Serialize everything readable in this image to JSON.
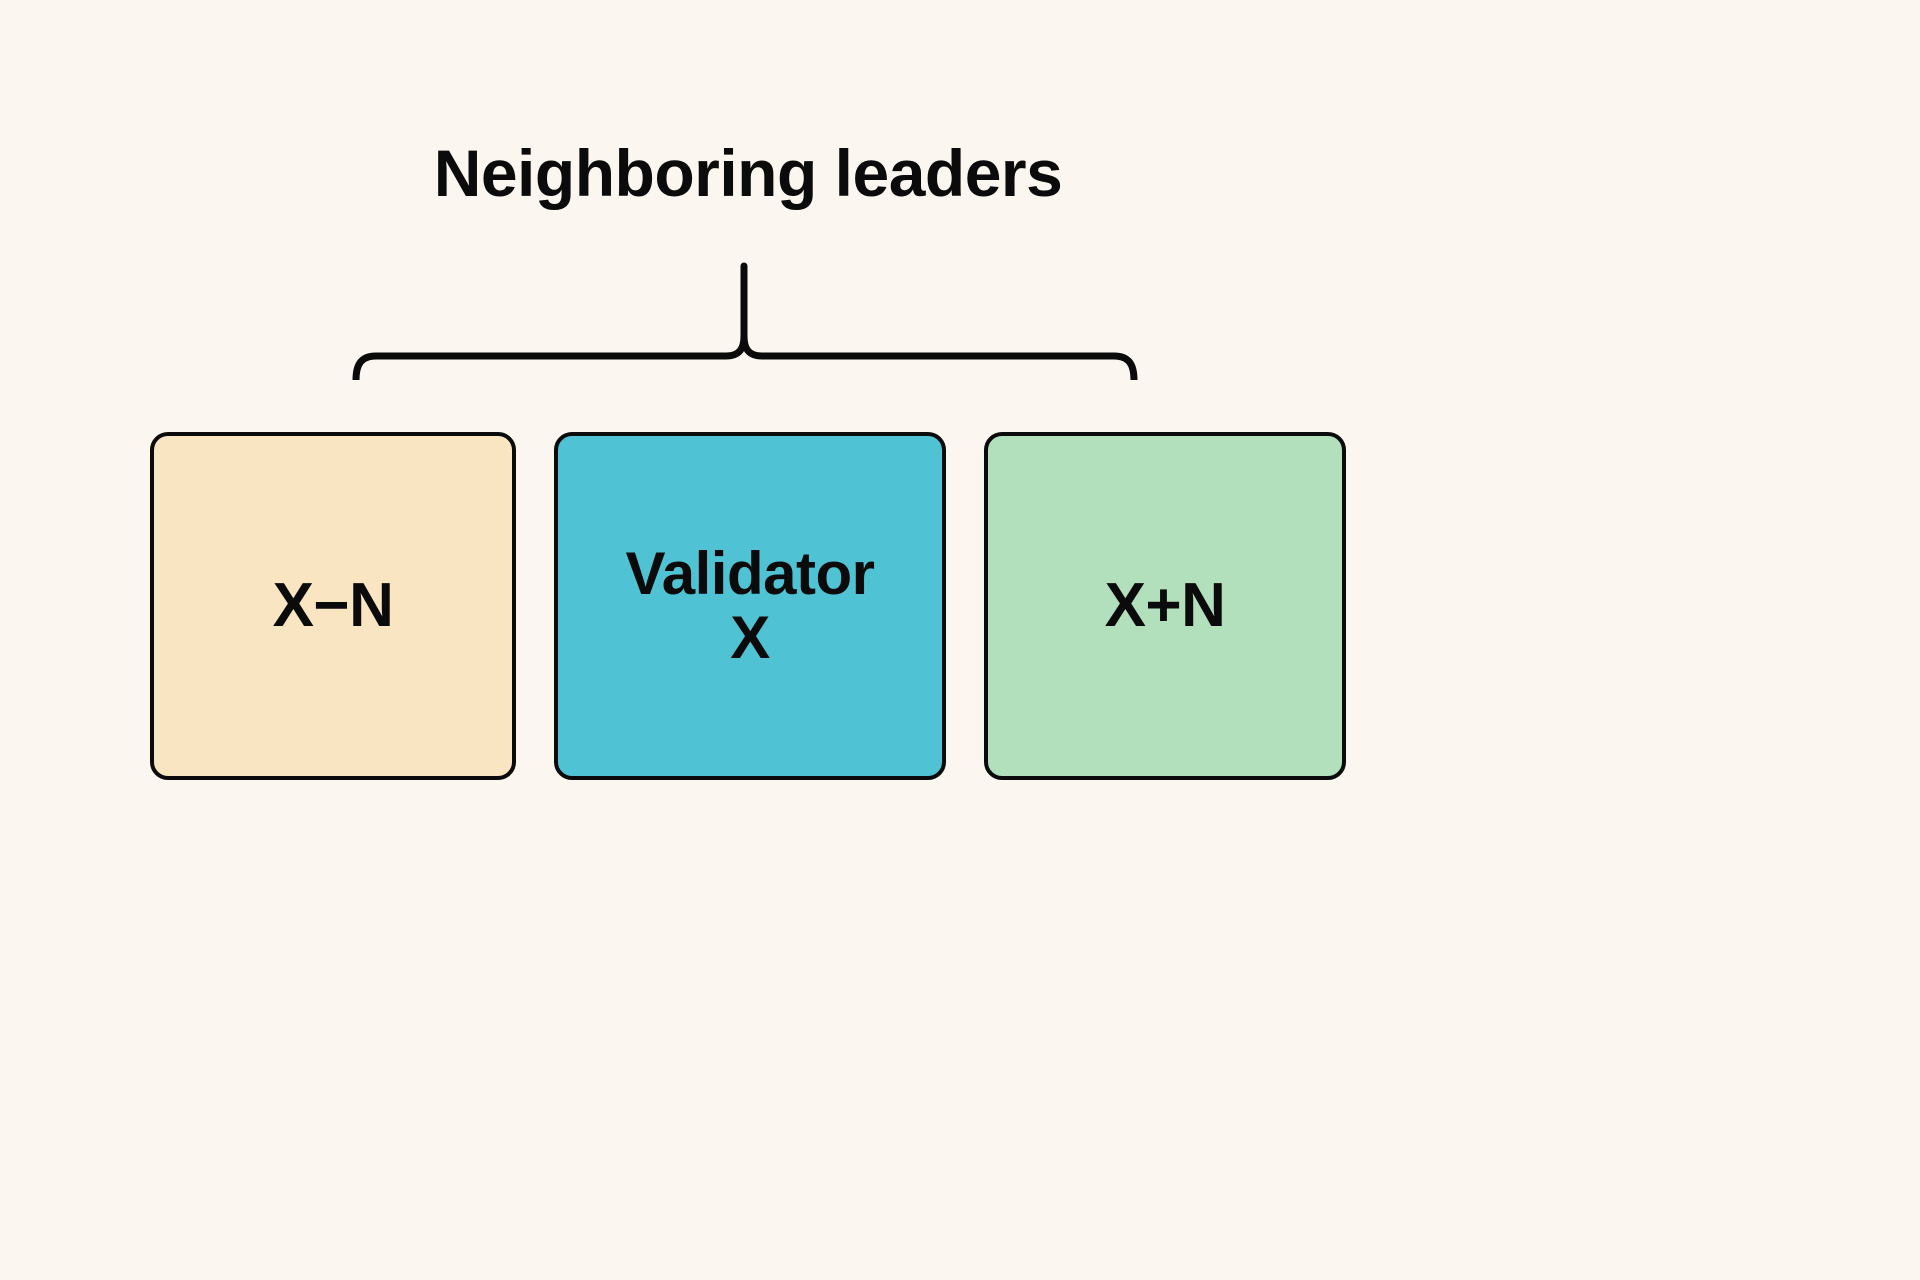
{
  "canvas": {
    "background_color": "#FBF7F0",
    "stroke_color": "#0B0B0B"
  },
  "title": {
    "text": "Neighboring leaders"
  },
  "brace": {
    "name": "neighboring-leaders-brace",
    "orientation": "down",
    "spans_boxes": [
      "X−N",
      "Validator X",
      "X+N"
    ]
  },
  "diagram": {
    "boxes": [
      {
        "id": "prev-leader",
        "label": "X−N",
        "fill": "#FAE5C3",
        "border": "#0B0B0B"
      },
      {
        "id": "validator-x",
        "label": "Validator\nX",
        "fill": "#4FC3D4",
        "border": "#0B0B0B"
      },
      {
        "id": "next-leader",
        "label": "X+N",
        "fill": "#B2E0BC",
        "border": "#0B0B0B"
      }
    ]
  }
}
